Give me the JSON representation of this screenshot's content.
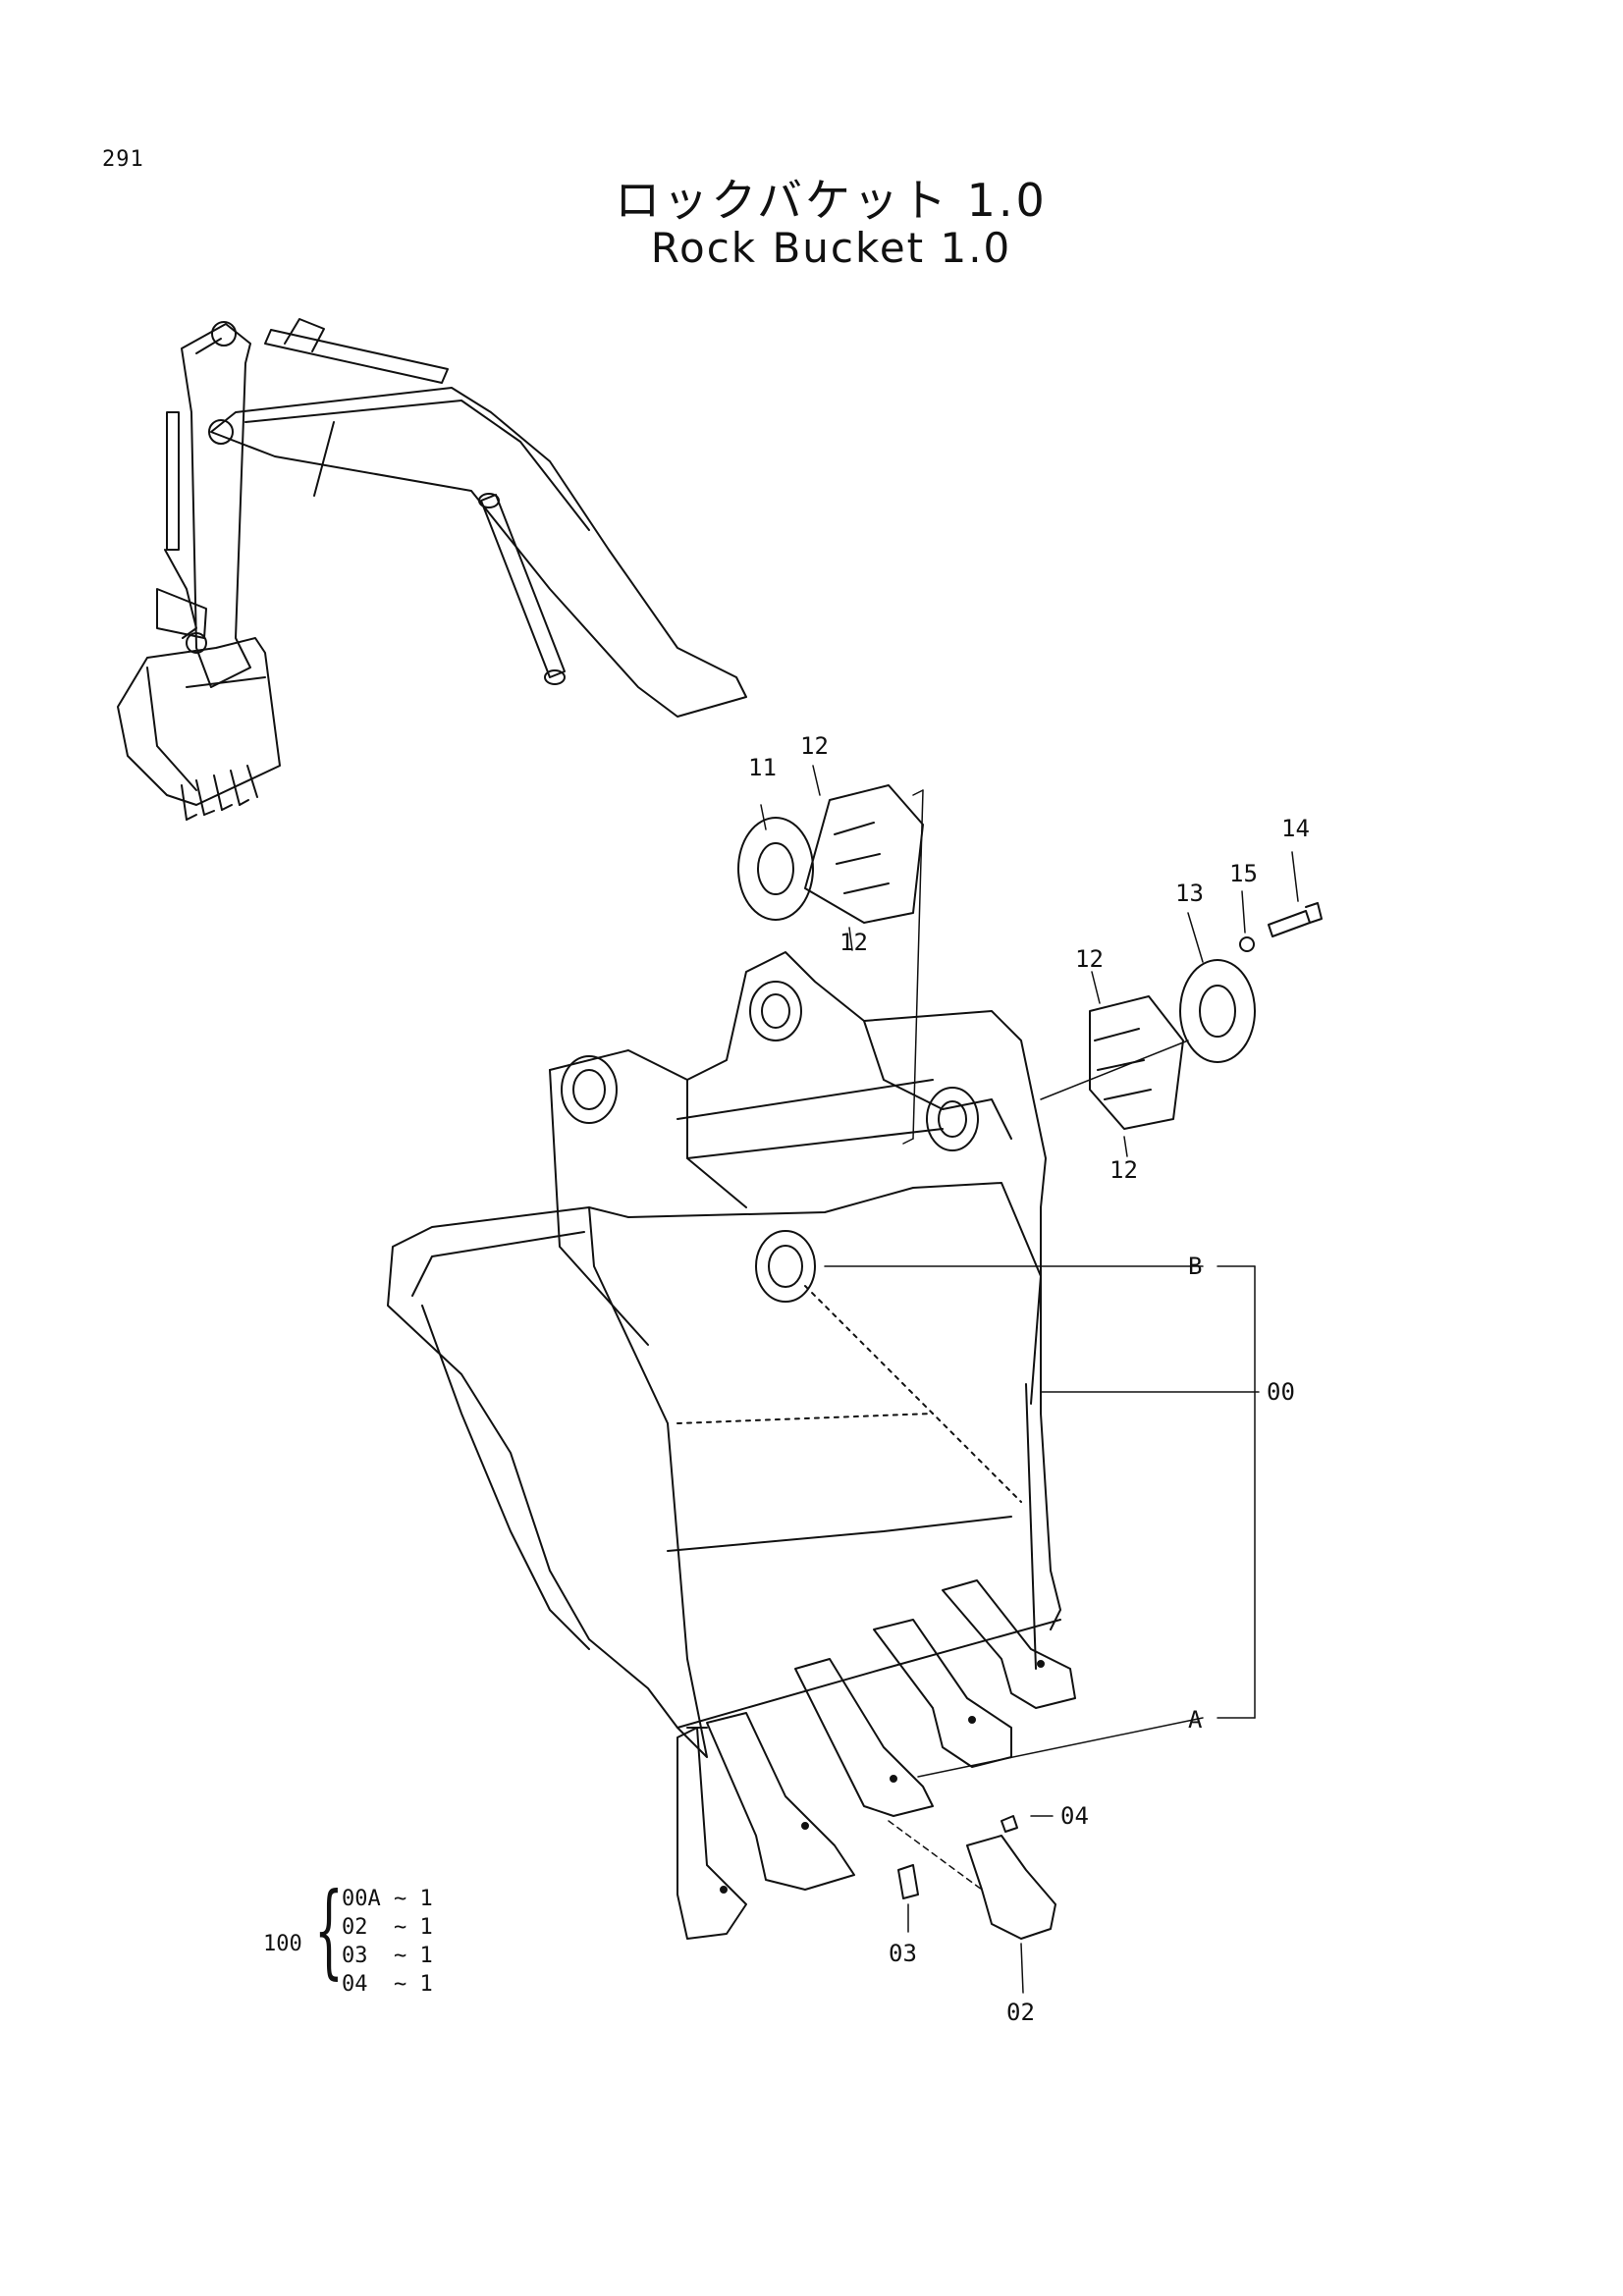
{
  "page": {
    "number": "291"
  },
  "title": {
    "japanese": "ロックバケット 1.0",
    "english": "Rock Bucket 1.0"
  },
  "callouts": {
    "p11": "11",
    "p12a": "12",
    "p12b": "12",
    "p12c": "12",
    "p12d": "12",
    "p13": "13",
    "p14": "14",
    "p15": "15",
    "pB": "B",
    "p00": "00",
    "pA": "A",
    "p04": "04",
    "p03": "03",
    "p02": "02"
  },
  "kit": {
    "number": "100",
    "items": [
      {
        "part": "00A",
        "qty": "1"
      },
      {
        "part": "02",
        "qty": "1"
      },
      {
        "part": "03",
        "qty": "1"
      },
      {
        "part": "04",
        "qty": "1"
      }
    ]
  }
}
